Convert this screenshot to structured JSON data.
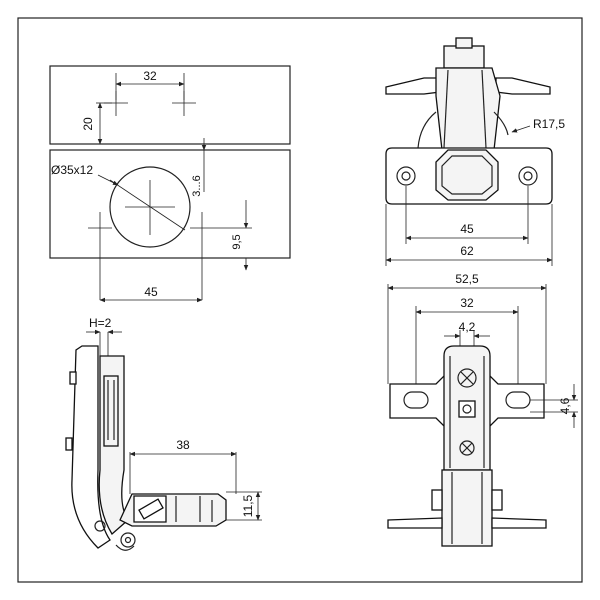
{
  "dimensions": {
    "top_left_spacing": "32",
    "top_left_offset": "20",
    "cup_diameter": "Ø35x12",
    "cup_edge": "3...6",
    "cup_depth": "9,5",
    "cup_spacing": "45",
    "radius": "R17,5",
    "plate_hole_spacing": "45",
    "plate_width": "62",
    "mount_width": "52,5",
    "mount_hole_spacing": "32",
    "screw_width": "4,2",
    "slot_height": "4,6",
    "overlay": "H=2",
    "arm_length": "38",
    "arm_height": "11,5"
  },
  "colors": {
    "line": "#222222",
    "fill": "#f4f4f4",
    "background": "#ffffff"
  }
}
